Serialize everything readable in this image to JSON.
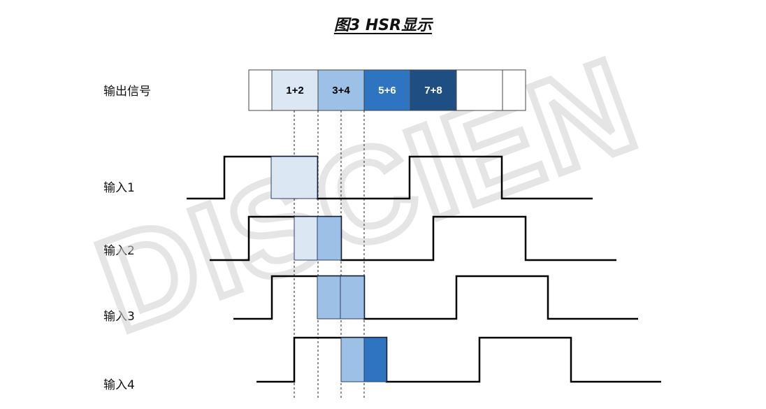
{
  "title": "图3  HSR显示",
  "watermark": "DISCIEN",
  "output": {
    "label": "输出信号",
    "cells": [
      {
        "text": "",
        "fill": "#ffffff"
      },
      {
        "text": "1+2",
        "fill": "#dce7f4"
      },
      {
        "text": "3+4",
        "fill": "#9dc1e6"
      },
      {
        "text": "5+6",
        "fill": "#2e74c1"
      },
      {
        "text": "7+8",
        "fill": "#1f4e82"
      },
      {
        "text": "",
        "fill": "#ffffff"
      },
      {
        "text": "",
        "fill": "#ffffff"
      }
    ]
  },
  "inputs": [
    {
      "label": "输入1"
    },
    {
      "label": "输入2"
    },
    {
      "label": "输入3"
    },
    {
      "label": "输入4"
    }
  ]
}
